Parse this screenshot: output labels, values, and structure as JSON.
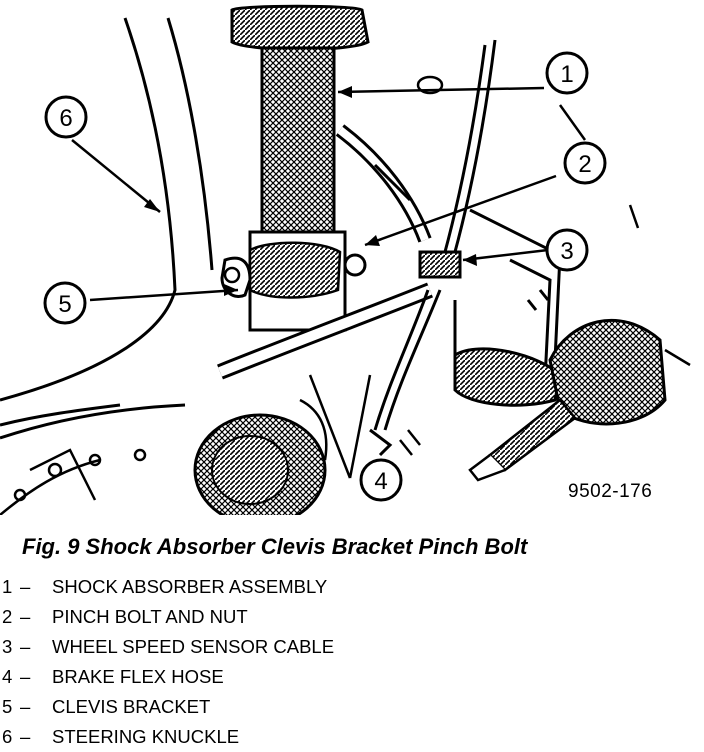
{
  "figure": {
    "id_label": "9502-176",
    "callouts": [
      {
        "number": "1"
      },
      {
        "number": "2"
      },
      {
        "number": "3"
      },
      {
        "number": "4"
      },
      {
        "number": "5"
      },
      {
        "number": "6"
      }
    ]
  },
  "caption": "Fig. 9 Shock Absorber Clevis Bracket Pinch Bolt",
  "legend": [
    {
      "number": "1",
      "dash": "–",
      "text": "SHOCK ABSORBER ASSEMBLY"
    },
    {
      "number": "2",
      "dash": "–",
      "text": "PINCH BOLT AND NUT"
    },
    {
      "number": "3",
      "dash": "–",
      "text": "WHEEL SPEED SENSOR CABLE"
    },
    {
      "number": "4",
      "dash": "–",
      "text": "BRAKE FLEX HOSE"
    },
    {
      "number": "5",
      "dash": "–",
      "text": "CLEVIS BRACKET"
    },
    {
      "number": "6",
      "dash": "–",
      "text": "STEERING KNUCKLE"
    }
  ]
}
